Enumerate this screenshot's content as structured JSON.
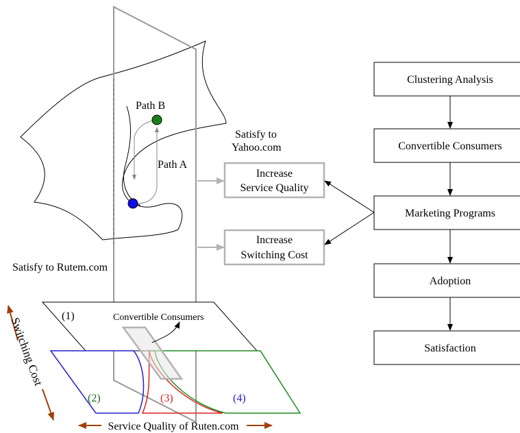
{
  "colors": {
    "stroke": "#000000",
    "plane": "#999999",
    "arrow_gray": "#b3b3b3",
    "point_green": "#1a7f1a",
    "point_blue": "#1010e6",
    "blue_region": "#2222cc",
    "red_region": "#dd2222",
    "green_region": "#1e8c1e",
    "brown_arrow": "#a0400b",
    "highlight_fill": "#e6e6e6"
  },
  "surface": {
    "path_b": "Path B",
    "path_a": "Path A",
    "satisfy_yahoo_line1": "Satisfy to",
    "satisfy_yahoo_line2": "Yahoo.com",
    "satisfy_rutem": "Satisfy to Rutem.com"
  },
  "actions": {
    "service_quality": [
      "Increase",
      "Service Quality"
    ],
    "switching_cost": [
      "Increase",
      "Switching Cost"
    ]
  },
  "flow": {
    "steps": [
      "Clustering Analysis",
      "Convertible Consumers",
      "Marketing Programs",
      "Adoption",
      "Satisfaction"
    ]
  },
  "segments": {
    "region_1": "(1)",
    "region_2": "(2)",
    "region_3": "(3)",
    "region_4": "(4)",
    "convertible_label": "Convertible Consumers",
    "y_axis": "Switching Cost",
    "x_axis": "Service Quality of Ruten.com"
  }
}
